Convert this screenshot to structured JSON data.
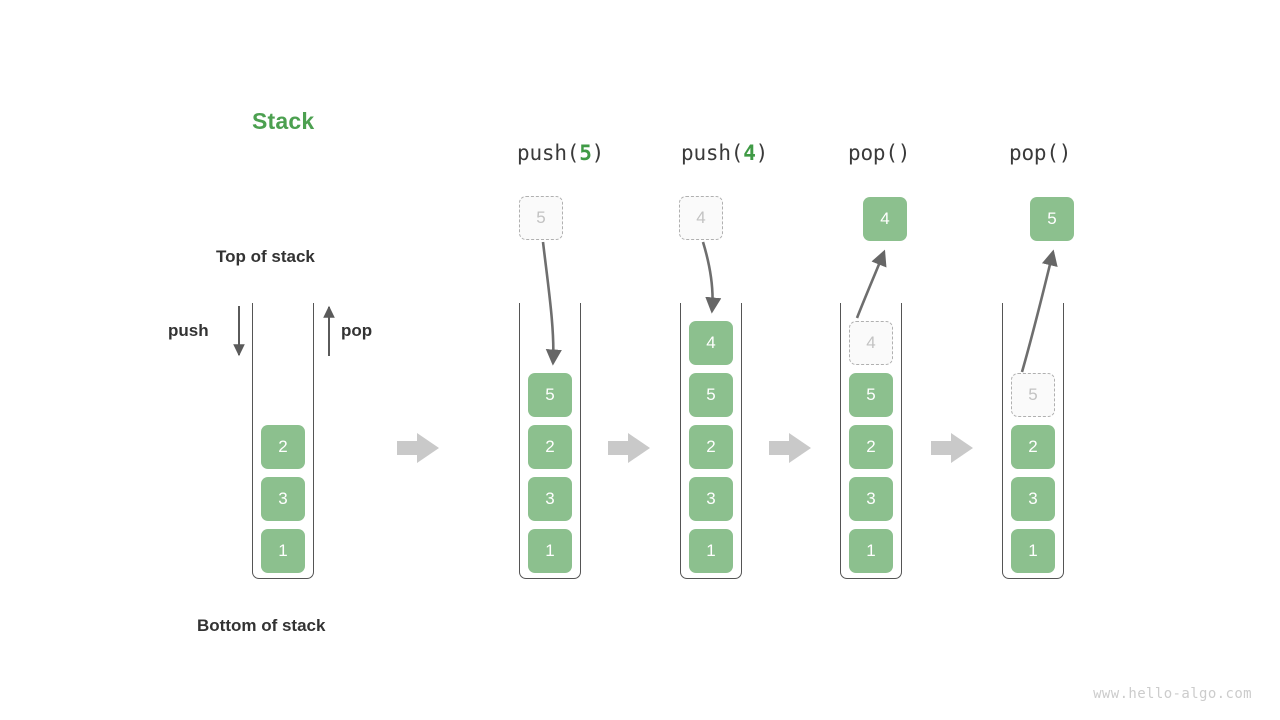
{
  "diagram": {
    "title": "Stack",
    "title_color": "#4CA050",
    "element_color": "#8CC08E",
    "ghost_color": "#fafafa",
    "stroke_color": "#555555",
    "transition_arrow_color": "#c9c9c9",
    "watermark": "www.hello-algo.com",
    "labels": {
      "top_of_stack": "Top of stack",
      "bottom_of_stack": "Bottom of stack",
      "push": "push",
      "pop": "pop"
    },
    "panels": [
      {
        "id": "initial",
        "caption": "",
        "caption_arg": "",
        "stack": [
          "2",
          "3",
          "1"
        ],
        "floating": null,
        "ghost_in_stack": null,
        "transition_arrow_after": true
      },
      {
        "id": "push-5",
        "caption_prefix": "push(",
        "caption_arg": "5",
        "caption_suffix": ")",
        "stack": [
          "5",
          "2",
          "3",
          "1"
        ],
        "floating": {
          "value": "5",
          "style": "ghost"
        },
        "ghost_in_stack": null,
        "transition_arrow_after": true
      },
      {
        "id": "push-4",
        "caption_prefix": "push(",
        "caption_arg": "4",
        "caption_suffix": ")",
        "stack": [
          "4",
          "5",
          "2",
          "3",
          "1"
        ],
        "floating": {
          "value": "4",
          "style": "ghost"
        },
        "ghost_in_stack": null,
        "transition_arrow_after": true
      },
      {
        "id": "pop-1",
        "caption_prefix": "pop(",
        "caption_arg": "",
        "caption_suffix": ")",
        "stack": [
          "5",
          "2",
          "3",
          "1"
        ],
        "floating": {
          "value": "4",
          "style": "filled"
        },
        "ghost_in_stack": {
          "value": "4"
        },
        "transition_arrow_after": true
      },
      {
        "id": "pop-2",
        "caption_prefix": "pop(",
        "caption_arg": "",
        "caption_suffix": ")",
        "stack": [
          "2",
          "3",
          "1"
        ],
        "floating": {
          "value": "5",
          "style": "filled"
        },
        "ghost_in_stack": {
          "value": "5"
        },
        "transition_arrow_after": false
      }
    ]
  }
}
